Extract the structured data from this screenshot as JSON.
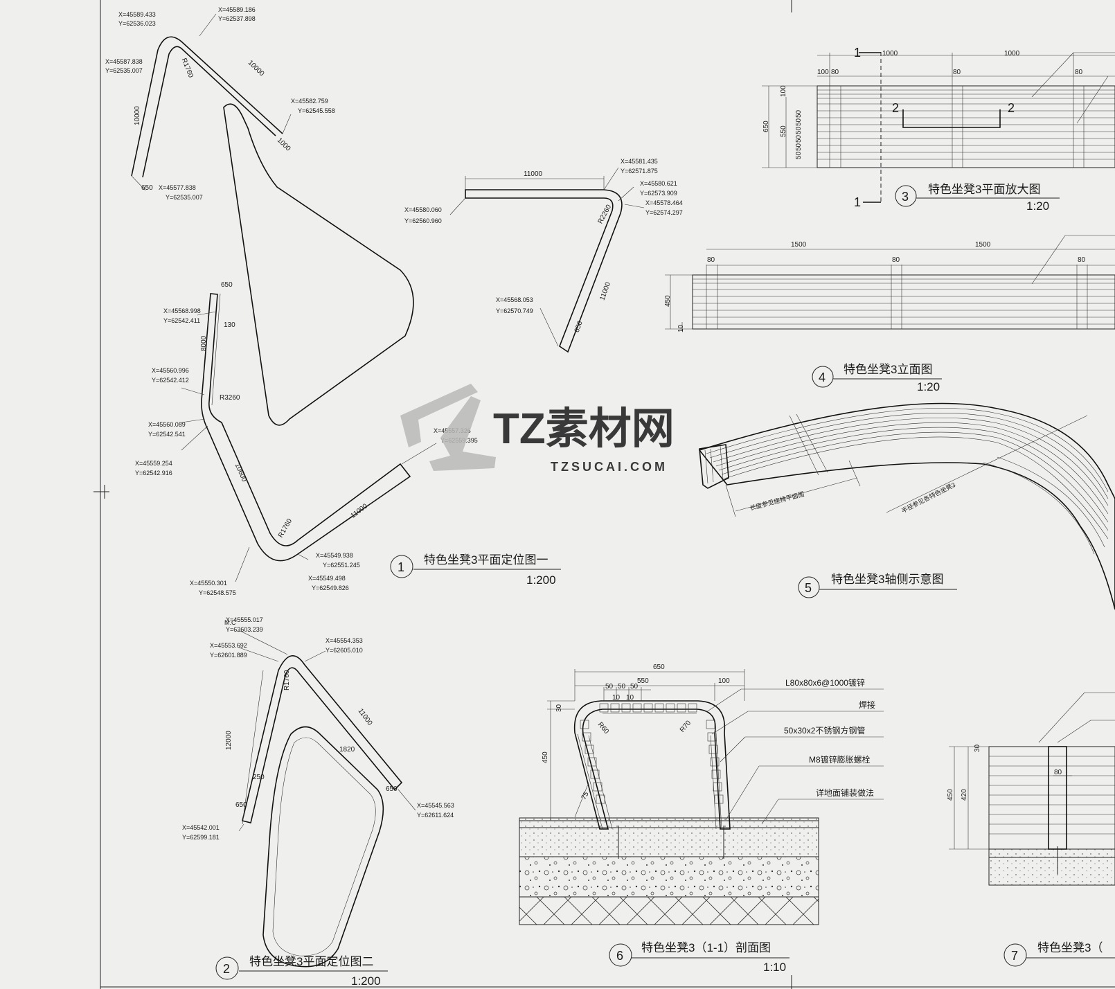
{
  "logo": {
    "main": "TZ素材网",
    "sub": "TZSUCAI.COM"
  },
  "views": [
    {
      "num": "1",
      "title": "特色坐凳3平面定位图一",
      "scale": "1:200"
    },
    {
      "num": "2",
      "title": "特色坐凳3平面定位图二",
      "scale": "1:200"
    },
    {
      "num": "3",
      "title": "特色坐凳3平面放大图",
      "scale": "1:20"
    },
    {
      "num": "4",
      "title": "特色坐凳3立面图",
      "scale": "1:20"
    },
    {
      "num": "5",
      "title": "特色坐凳3轴侧示意图",
      "scale": ""
    },
    {
      "num": "6",
      "title": "特色坐凳3（1-1）剖面图",
      "scale": "1:10"
    },
    {
      "num": "7",
      "title": "特色坐凳3（",
      "scale": ""
    }
  ],
  "coords": [
    "X=45589.433",
    "Y=62536.023",
    "X=45589.186",
    "Y=62537.898",
    "X=45587.838",
    "Y=62535.007",
    "X=45582.759",
    "Y=62545.558",
    "X=45577.838",
    "Y=62535.007",
    "X=45568.998",
    "Y=62542.411",
    "X=45560.996",
    "Y=62542.412",
    "X=45560.089",
    "Y=62542.541",
    "X=45559.254",
    "Y=62542.916",
    "X=45550.301",
    "Y=62548.575",
    "X=45549.938",
    "Y=62551.245",
    "X=45549.498",
    "Y=62549.826",
    "X=45557.326",
    "Y=62559.395",
    "X=45581.435",
    "Y=62571.875",
    "X=45580.621",
    "Y=62573.909",
    "X=45578.464",
    "Y=62574.297",
    "X=45580.060",
    "Y=62560.960",
    "X=45568.053",
    "Y=62570.749",
    "X=45555.017",
    "Y=62603.239",
    "X=45553.692",
    "Y=62601.889",
    "X=45554.353",
    "Y=62605.010",
    "X=45545.563",
    "Y=62611.624",
    "X=45542.001",
    "Y=62599.181"
  ],
  "mc": "M.C",
  "dims": {
    "v1": [
      "R1760",
      "10000",
      "10000",
      "1000",
      "650",
      "650",
      "130",
      "8000",
      "R3260",
      "10600",
      "R1760",
      "11000"
    ],
    "v2": [
      "R1760",
      "11000",
      "12000",
      "1820",
      "250",
      "650",
      "650"
    ],
    "v0": [
      "11000",
      "R2260",
      "11000",
      "650"
    ],
    "v3": [
      "1000",
      "1000",
      "100",
      "80",
      "80",
      "80",
      "650",
      "100",
      "550",
      "50",
      "50",
      "50",
      "50",
      "50",
      "50"
    ],
    "v4": [
      "1500",
      "1500",
      "80",
      "80",
      "80",
      "450",
      "10"
    ],
    "v6": [
      "650",
      "550",
      "100",
      "50",
      "50",
      "50",
      "10",
      "10",
      "30",
      "450",
      "R60",
      "R70",
      "75"
    ],
    "v7": [
      "30",
      "80",
      "450",
      "420"
    ]
  },
  "section_marks": [
    "1",
    "1",
    "2",
    "2"
  ],
  "notes6": [
    "L80x80x6@1000镀锌",
    "焊接",
    "50x30x2不锈钢方钢管",
    "M8镀锌膨胀螺栓",
    "详地面铺装做法"
  ],
  "notes5": [
    "长度参见座椅平面图",
    "半径参见各特色坐凳3"
  ]
}
